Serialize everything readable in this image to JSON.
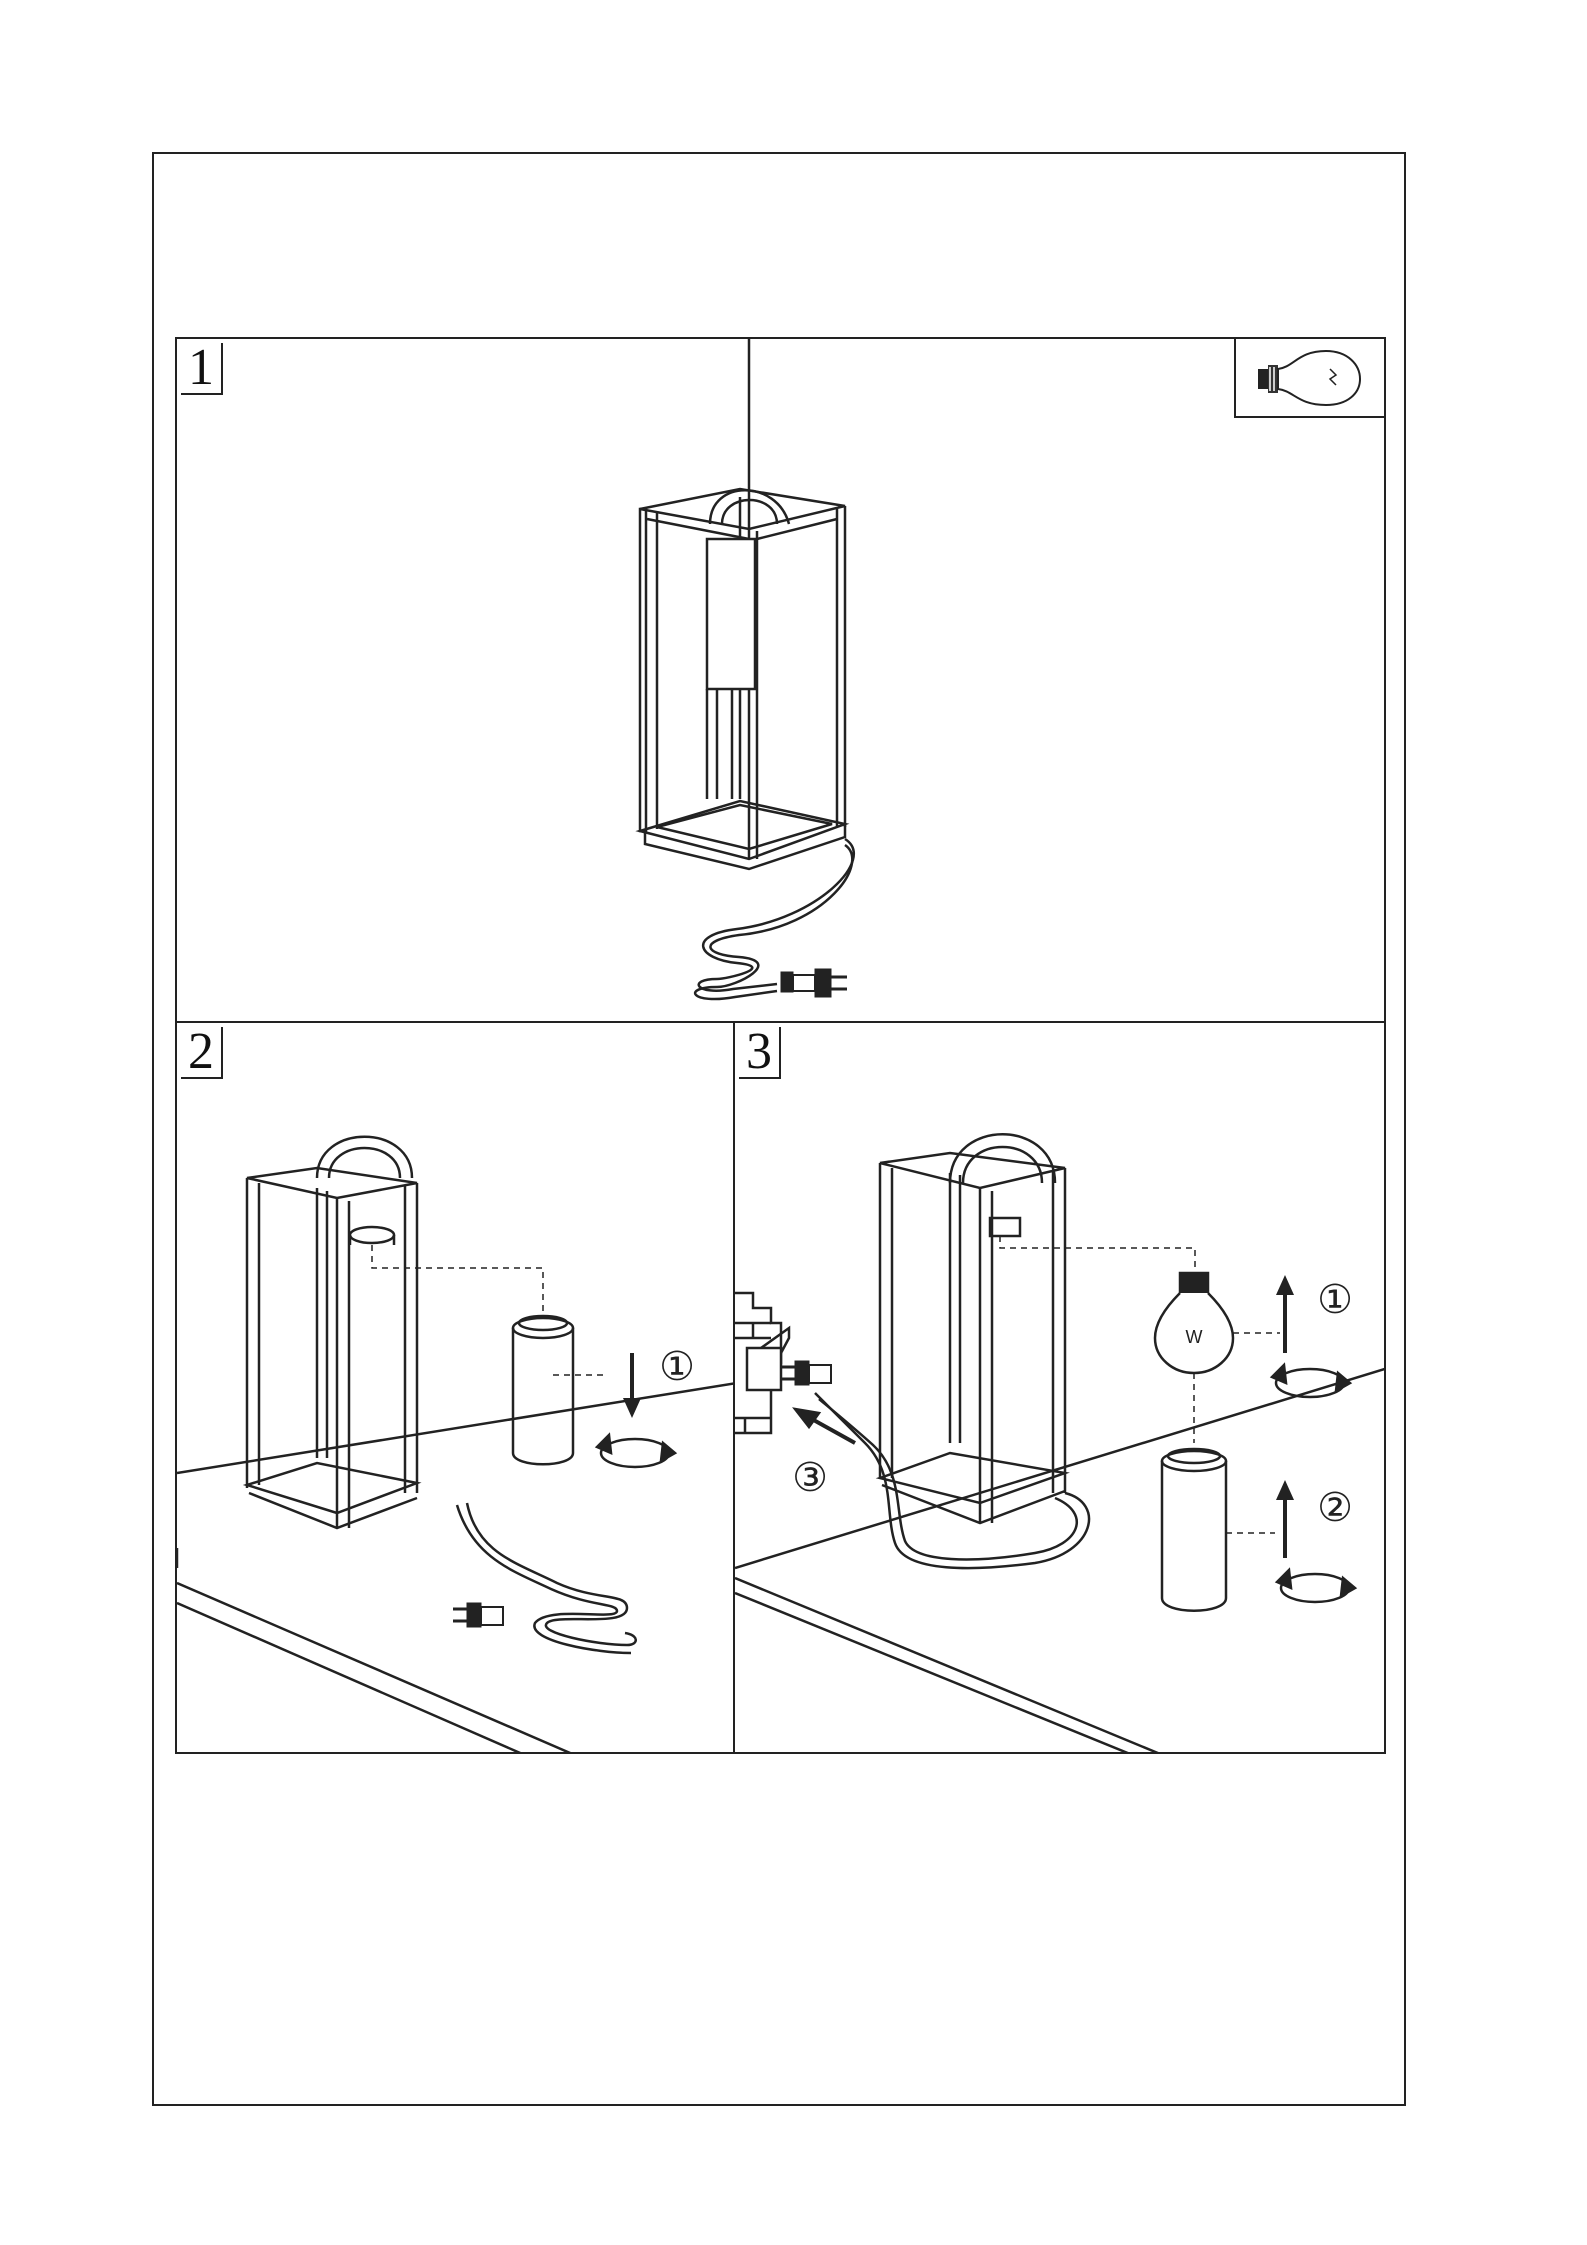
{
  "steps": [
    {
      "number": "1"
    },
    {
      "number": "2"
    },
    {
      "number": "3"
    }
  ],
  "callouts": {
    "step2_sub1": "①",
    "step3_sub1": "①",
    "step3_sub2": "②",
    "step3_sub3": "③"
  },
  "bulb_label": "W",
  "icons": [
    "light-bulb-icon",
    "plug-icon",
    "socket-icon",
    "rotate-arrow-icon",
    "arrow-up-icon",
    "arrow-down-icon"
  ]
}
